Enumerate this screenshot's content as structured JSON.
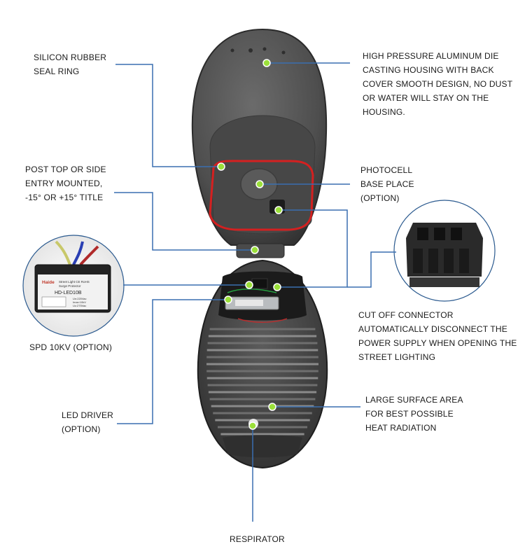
{
  "labels": {
    "seal_ring": [
      "SILICON RUBBER",
      "SEAL RING"
    ],
    "housing": [
      "HIGH PRESSURE ALUMINUM DIE",
      "CASTING HOUSING WITH BACK",
      "COVER SMOOTH DESIGN, NO DUST",
      "OR WATER WILL STAY ON THE",
      "HOUSING."
    ],
    "mount": [
      "POST TOP OR SIDE",
      "ENTRY  MOUNTED,",
      "-15° OR +15° TITLE"
    ],
    "photocell": [
      "PHOTOCELL",
      "BASE PLACE",
      "(OPTION)"
    ],
    "spd": [
      "SPD 10KV (OPTION)"
    ],
    "cutoff": [
      "CUT OFF CONNECTOR",
      "AUTOMATICALLY DISCONNECT THE",
      "POWER SUPPLY WHEN OPENING THE",
      "STREET LIGHTING"
    ],
    "heatsink": [
      "LARGE SURFACE AREA",
      "FOR BEST POSSIBLE",
      "HEAT RADIATION"
    ],
    "driver": [
      "LED DRIVER",
      "(OPTION)"
    ],
    "respirator": [
      "RESPIRATOR"
    ]
  },
  "spd_module": {
    "brand": "Haide",
    "line1": "Street Light  CE  RoHS",
    "line2": "Surge Protector",
    "model": "HD-LED10B",
    "spec1": "Un:220Vac",
    "spec2": "Imax:10kV",
    "spec3": "Uc:275Vac"
  },
  "colors": {
    "leader": "#3a6fb0",
    "dot": "#9be03a",
    "housing": "#5a5a5a",
    "seal": "#d42020"
  }
}
